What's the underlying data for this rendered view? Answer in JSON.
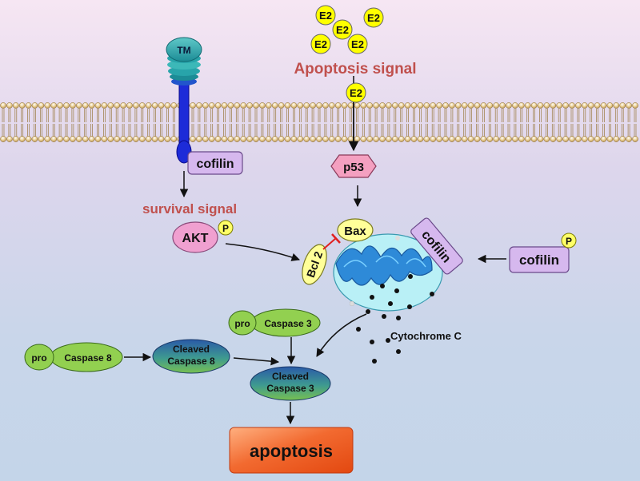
{
  "ligand": {
    "label": "E2"
  },
  "receptor": {
    "label": "TM"
  },
  "signals": {
    "apoptosis": "Apoptosis signal",
    "survival": "survival signal"
  },
  "proteins": {
    "cofilin_membrane": "cofilin",
    "p53": "p53",
    "akt": "AKT",
    "phospho": "P",
    "bax": "Bax",
    "bcl2": "Bcl 2",
    "cofilin_mito": "cofilin",
    "cofilin_phospho": "cofilin"
  },
  "caspases": {
    "pro": "pro",
    "caspase3": "Caspase 3",
    "caspase8": "Caspase 8",
    "cleaved8_line1": "Cleaved",
    "cleaved8_line2": "Caspase 8",
    "cleaved3_line1": "Cleaved",
    "cleaved3_line2": "Caspase 3"
  },
  "cytochrome": "Cytochrome C",
  "outcome": "apoptosis",
  "colors": {
    "signal_text": "#c0504d",
    "ligand_fill": "#ffff00",
    "cofilin_fill": "#d6b8ee",
    "p53_fill": "#f4a0c0",
    "akt_fill": "#f0a0d0",
    "green_fill": "#92d050",
    "mito_fill": "#b9f0f6",
    "apoptosis_fill": "#f0501e"
  }
}
